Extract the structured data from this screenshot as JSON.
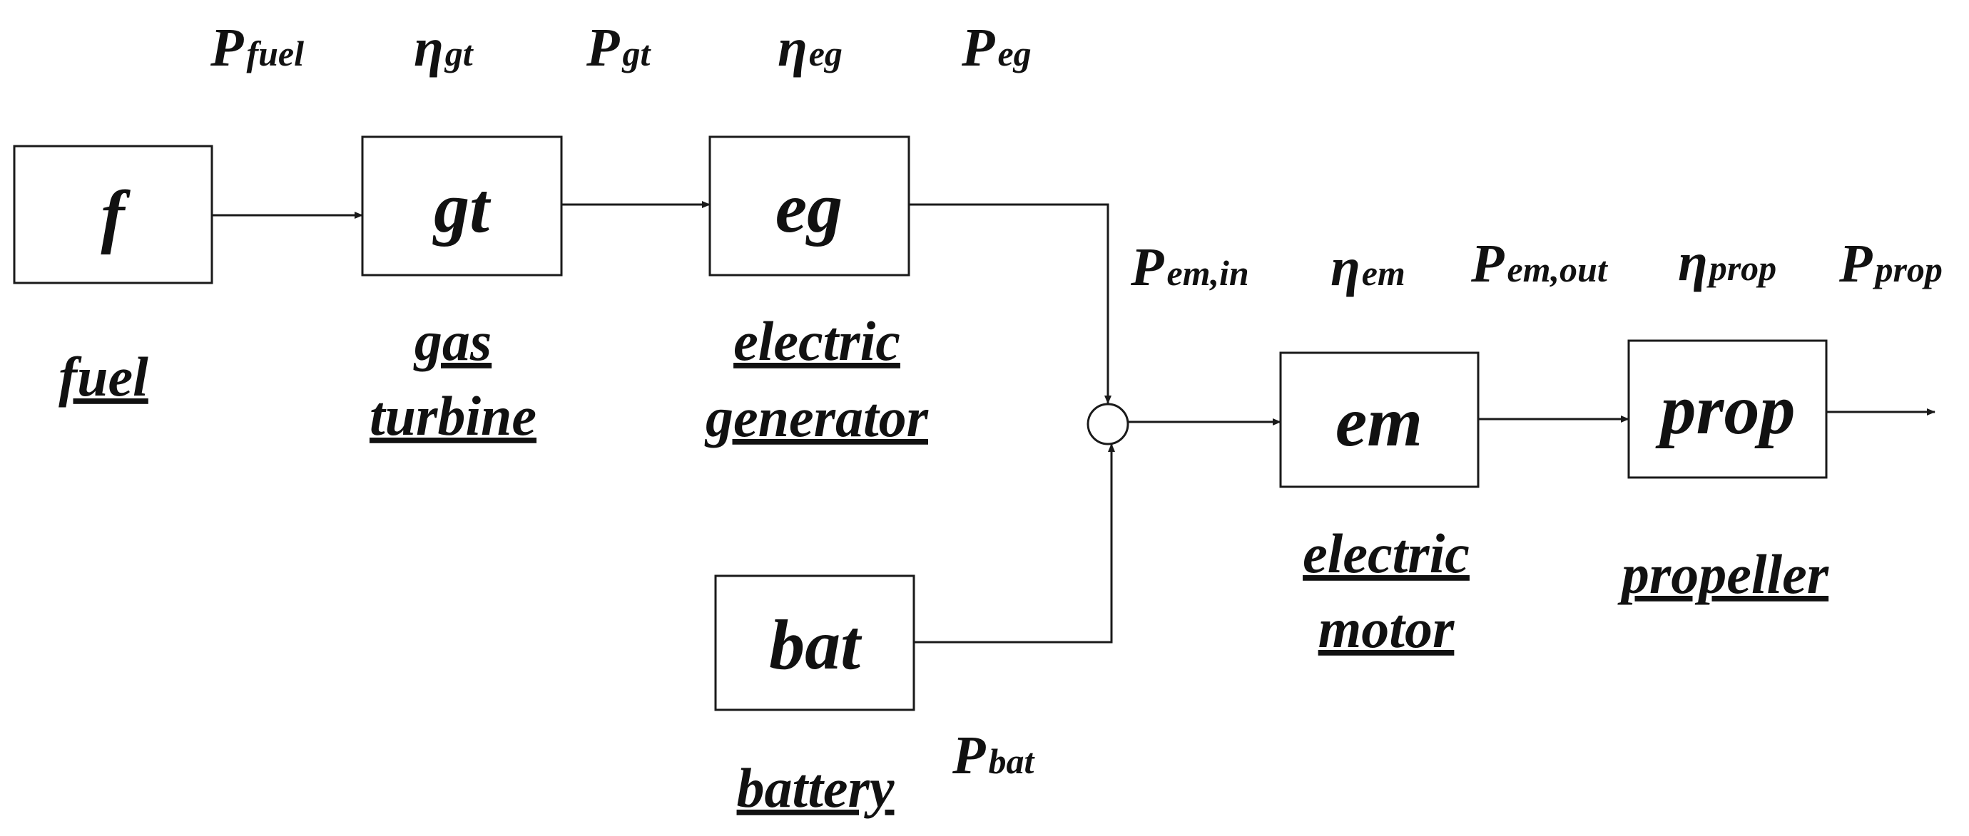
{
  "blocks": {
    "fuel": {
      "label": "f",
      "caption": [
        "fuel"
      ]
    },
    "gas_turbine": {
      "label": "gt",
      "caption": [
        "gas",
        "turbine"
      ]
    },
    "electric_generator": {
      "label": "eg",
      "caption": [
        "electric",
        "generator"
      ]
    },
    "battery": {
      "label": "bat",
      "caption": [
        "battery"
      ]
    },
    "electric_motor": {
      "label": "em",
      "caption": [
        "electric",
        "motor"
      ]
    },
    "propeller": {
      "label": "prop",
      "caption": [
        "propeller"
      ]
    }
  },
  "symbols": {
    "p_fuel": {
      "base": "P",
      "sub": "fuel"
    },
    "eta_gt": {
      "base": "η",
      "sub": "gt"
    },
    "p_gt": {
      "base": "P",
      "sub": "gt"
    },
    "eta_eg": {
      "base": "η",
      "sub": "eg"
    },
    "p_eg": {
      "base": "P",
      "sub": "eg"
    },
    "p_em_in": {
      "base": "P",
      "sub": "em,in"
    },
    "eta_em": {
      "base": "η",
      "sub": "em"
    },
    "p_em_out": {
      "base": "P",
      "sub": "em,out"
    },
    "eta_prop": {
      "base": "η",
      "sub": "prop"
    },
    "p_prop": {
      "base": "P",
      "sub": "prop"
    },
    "p_bat": {
      "base": "P",
      "sub": "bat"
    }
  }
}
